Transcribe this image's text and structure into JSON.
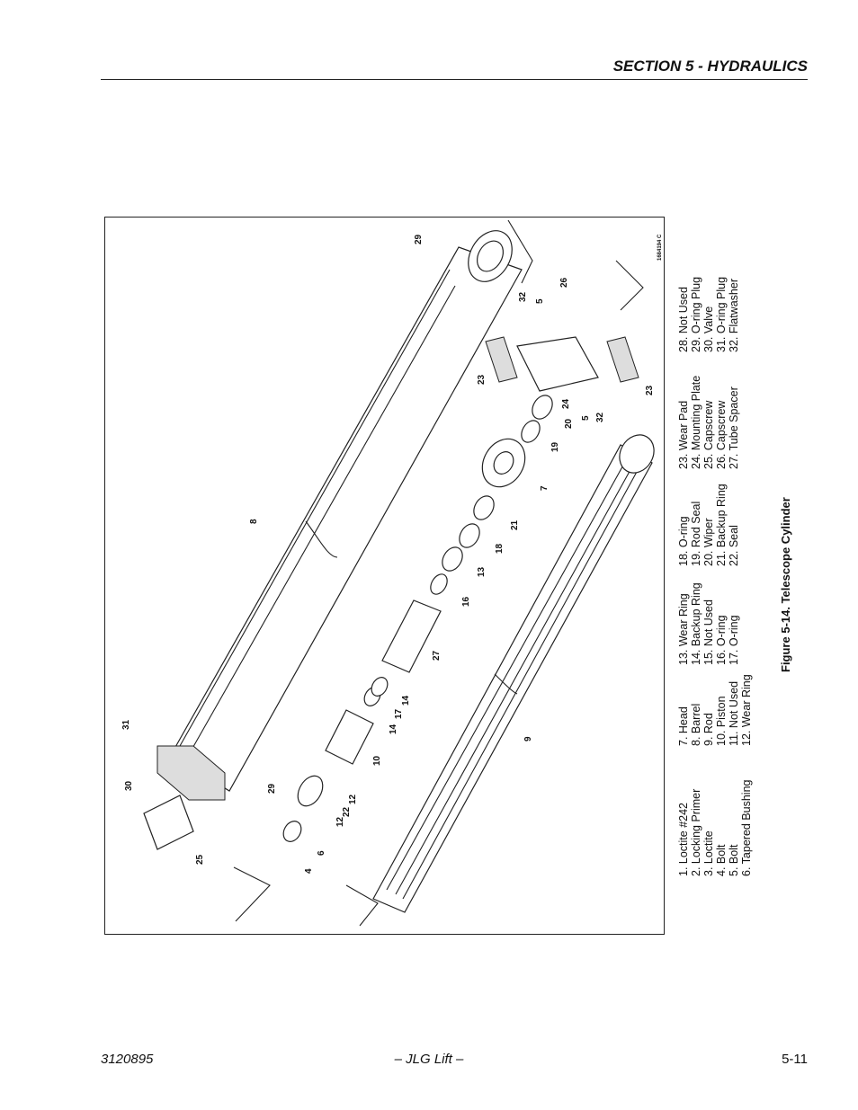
{
  "header": {
    "section_title": "SECTION 5 - HYDRAULICS"
  },
  "figure": {
    "caption": "Figure 5-14.   Telescope Cylinder",
    "drawing_number": "1684194 C",
    "callouts": [
      "29",
      "31",
      "30",
      "25",
      "4",
      "6",
      "12",
      "22",
      "12",
      "10",
      "14",
      "17",
      "14",
      "27",
      "16",
      "13",
      "18",
      "21",
      "7",
      "19",
      "20",
      "24",
      "5",
      "32",
      "23",
      "32",
      "5",
      "26",
      "23",
      "8",
      "9",
      "29"
    ],
    "legend_columns": [
      [
        "1.   Loctite #242",
        "2.   Locking Primer",
        "3.   Loctite",
        "4.   Bolt",
        "5.   Bolt",
        "6.   Tapered Bushing"
      ],
      [
        "7.   Head",
        "8.   Barrel",
        "9.   Rod",
        "10.  Piston",
        "11.  Not Used",
        "12.  Wear Ring"
      ],
      [
        "13.  Wear Ring",
        "14.  Backup Ring",
        "15.  Not Used",
        "16.  O-ring",
        "17.  O-ring"
      ],
      [
        "18.  O-ring",
        "19.  Rod Seal",
        "20.  Wiper",
        "21.  Backup Ring",
        "22.  Seal"
      ],
      [
        "23.  Wear Pad",
        "24.  Mounting Plate",
        "25.  Capscrew",
        "26.  Capscrew",
        "27.  Tube Spacer"
      ],
      [
        "28.  Not Used",
        "29.  O-ring Plug",
        "30.  Valve",
        "31.  O-ring Plug",
        "32.  Flatwasher"
      ]
    ]
  },
  "footer": {
    "doc_number": "3120895",
    "center": "– JLG Lift –",
    "page": "5-11"
  }
}
